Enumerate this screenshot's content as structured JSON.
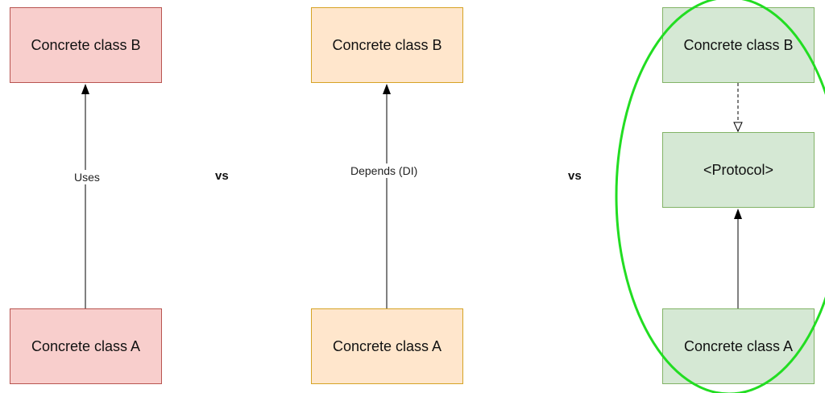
{
  "columns": {
    "direct": {
      "top_box": "Concrete class B",
      "bottom_box": "Concrete class A",
      "edge_label": "Uses"
    },
    "injected": {
      "top_box": "Concrete class B",
      "bottom_box": "Concrete class A",
      "edge_label": "Depends (DI)"
    },
    "protocol": {
      "top_box": "Concrete class B",
      "middle_box": "<Protocol>",
      "bottom_box": "Concrete class A"
    }
  },
  "separators": {
    "first": "vs",
    "second": "vs"
  },
  "colors": {
    "red_fill": "#f8cecc",
    "red_stroke": "#b85450",
    "orange_fill": "#ffe6cc",
    "orange_stroke": "#d6a325",
    "green_fill": "#d5e8d4",
    "green_stroke": "#82b366",
    "highlight_ellipse": "#22dd22"
  }
}
